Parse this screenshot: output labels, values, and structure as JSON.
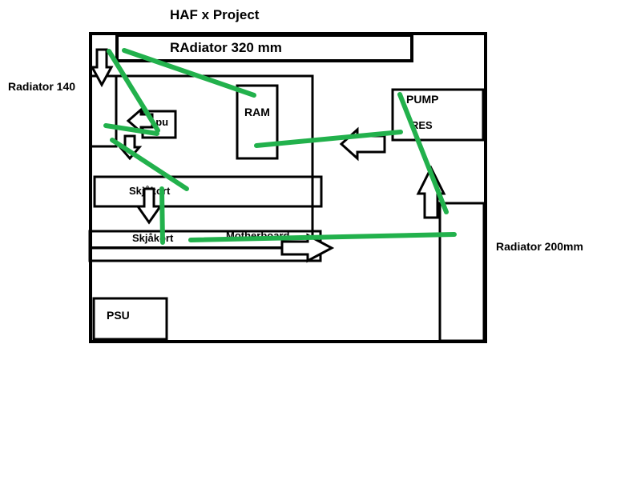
{
  "diagram": {
    "title": "HAF x Project",
    "labels": {
      "radiator_320": "RAdiator 320 mm",
      "radiator_140": "Radiator 140",
      "radiator_200": "Radiator 200mm",
      "cpu": "cpu",
      "ram": "RAM",
      "pump": "PUMP",
      "res": "RES",
      "gpu_top": "Skjåkort",
      "gpu_bottom": "Skjåkort",
      "motherboard": "Motherboard",
      "psu": "PSU"
    },
    "colors": {
      "outline": "#000000",
      "coolant_line": "#22b14c",
      "background": "#ffffff"
    }
  }
}
